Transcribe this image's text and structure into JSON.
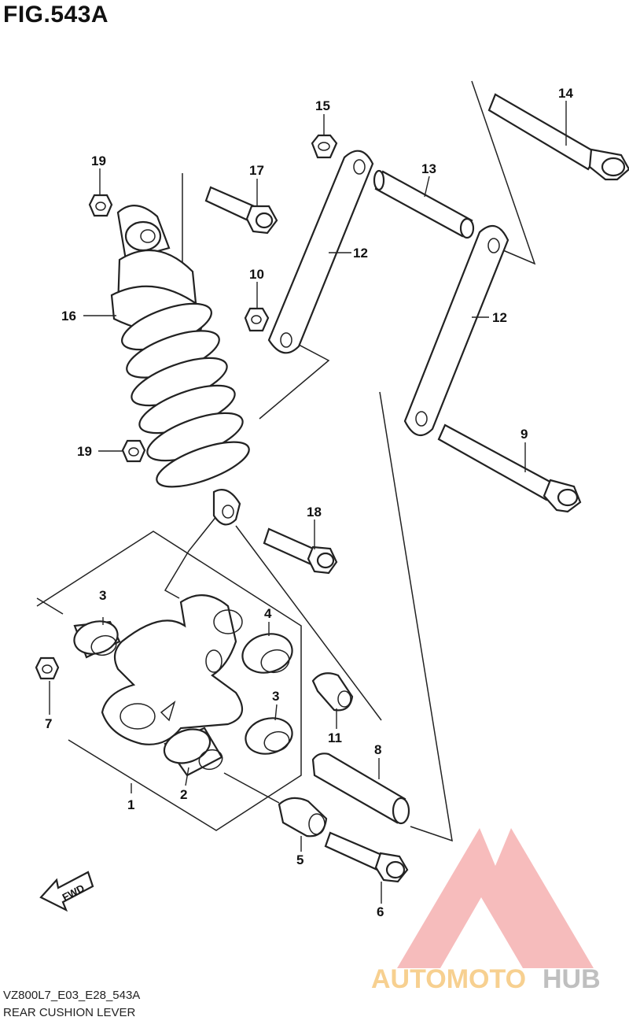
{
  "figure": {
    "title": "FIG.543A"
  },
  "callouts": [
    {
      "id": "1",
      "label": "1"
    },
    {
      "id": "2",
      "label": "2"
    },
    {
      "id": "3a",
      "label": "3"
    },
    {
      "id": "3b",
      "label": "3"
    },
    {
      "id": "4",
      "label": "4"
    },
    {
      "id": "5",
      "label": "5"
    },
    {
      "id": "6",
      "label": "6"
    },
    {
      "id": "7",
      "label": "7"
    },
    {
      "id": "8",
      "label": "8"
    },
    {
      "id": "9",
      "label": "9"
    },
    {
      "id": "10",
      "label": "10"
    },
    {
      "id": "11",
      "label": "11"
    },
    {
      "id": "12a",
      "label": "12"
    },
    {
      "id": "12b",
      "label": "12"
    },
    {
      "id": "13",
      "label": "13"
    },
    {
      "id": "14",
      "label": "14"
    },
    {
      "id": "15",
      "label": "15"
    },
    {
      "id": "16",
      "label": "16"
    },
    {
      "id": "17",
      "label": "17"
    },
    {
      "id": "18",
      "label": "18"
    },
    {
      "id": "19a",
      "label": "19"
    },
    {
      "id": "19b",
      "label": "19"
    }
  ],
  "fwd_label": "FWD",
  "footer": {
    "code": "VZ800L7_E03_E28_543A",
    "name": "REAR CUSHION LEVER"
  },
  "watermark": {
    "brand": "AUTOMOTOHUB",
    "color": "#f08080"
  }
}
